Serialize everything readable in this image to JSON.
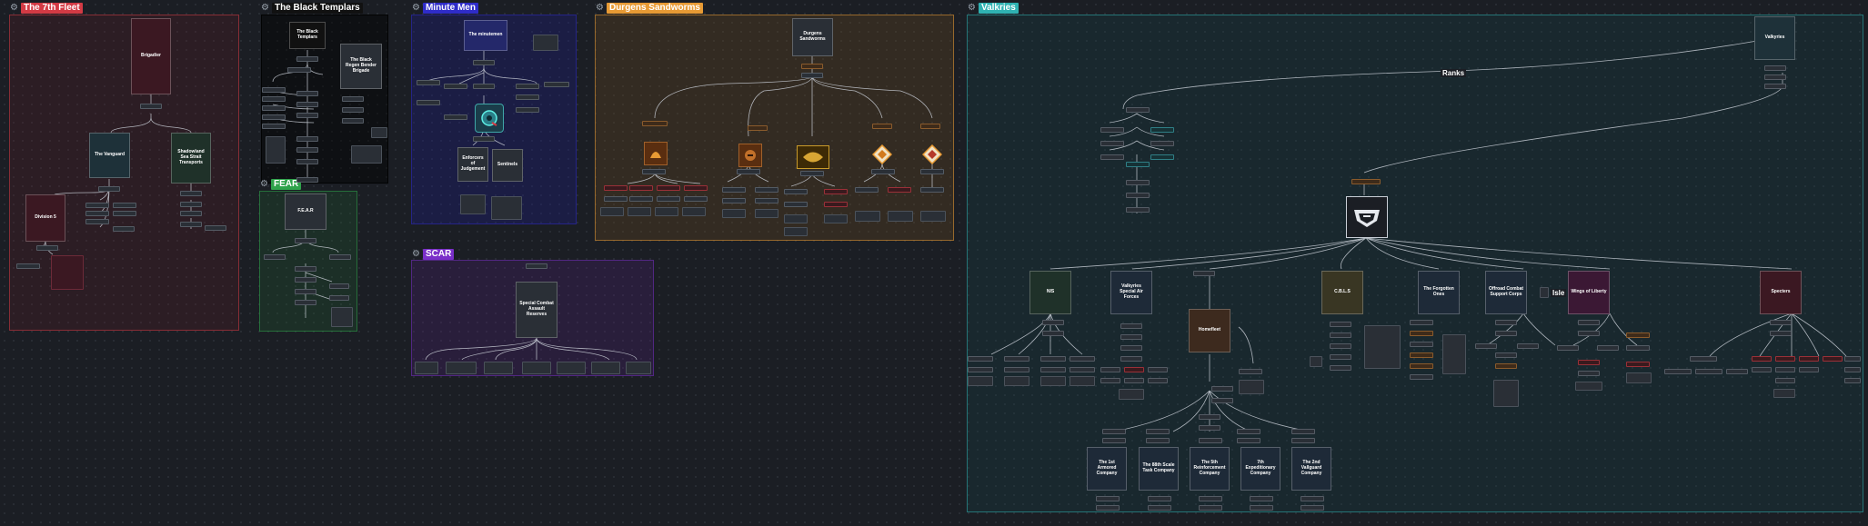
{
  "groups": {
    "fleet7": {
      "title": "The 7th Fleet",
      "color": "#d33a44"
    },
    "templars": {
      "title": "The Black Templars",
      "color": "#111111"
    },
    "minutemen": {
      "title": "Minute Men",
      "color": "#2f2cc9"
    },
    "sandworms": {
      "title": "Durgens Sandworms",
      "color": "#e79a34"
    },
    "valkries": {
      "title": "Valkries",
      "color": "#2fb2b2"
    },
    "fear": {
      "title": "FEAR",
      "color": "#2fa34b"
    },
    "scar": {
      "title": "SCAR",
      "color": "#7a2fc9"
    }
  },
  "cards": {
    "fleet7_top": "Brigadier",
    "fleet7_vanguard": "The Vanguard",
    "fleet7_shadow": "Shadowland Sea Strait Transports",
    "fleet7_div": "Division 5",
    "templars_a": "The Black Templars",
    "templars_b": "The Black Regen Bender Brigade",
    "minutemen_top": "The minutemen",
    "minutemen_a": "Enforcers of Judgement",
    "minutemen_b": "Sentinels",
    "sandworms_top": "Durgens Sandworms",
    "fear_top": "F.E.A.R",
    "scar_top": "Special Combat Assault Reserves",
    "valk_top": "Valkyries",
    "valk_nis": "NIS",
    "valk_vsaf": "Valkyries Special Air Forces",
    "valk_home": "Homefleet",
    "valk_cbls": "C.B.L.S",
    "valk_forgotten": "The Forgotten Ones",
    "valk_ocsc": "Offroad Combat Support Corps",
    "valk_wings": "Wings of Liberty",
    "valk_specter": "Specters",
    "co1": "The 1st Armored Company",
    "co2": "The 88th Scale Task Company",
    "co3": "The 5th Reinforcement Company",
    "co4": "7th Expeditionary Company",
    "co5": "The 2nd Vallguard Company"
  },
  "labels": {
    "ranks": "Ranks",
    "isle": "Isle"
  },
  "icons": {
    "gear": "settings-gear-icon",
    "minutemen_emblem": "minutemen-emblem-icon",
    "sandworm_emblem": "sandworm-emblem-icon",
    "valkyrie_emblem": "valkyrie-emblem-icon"
  }
}
